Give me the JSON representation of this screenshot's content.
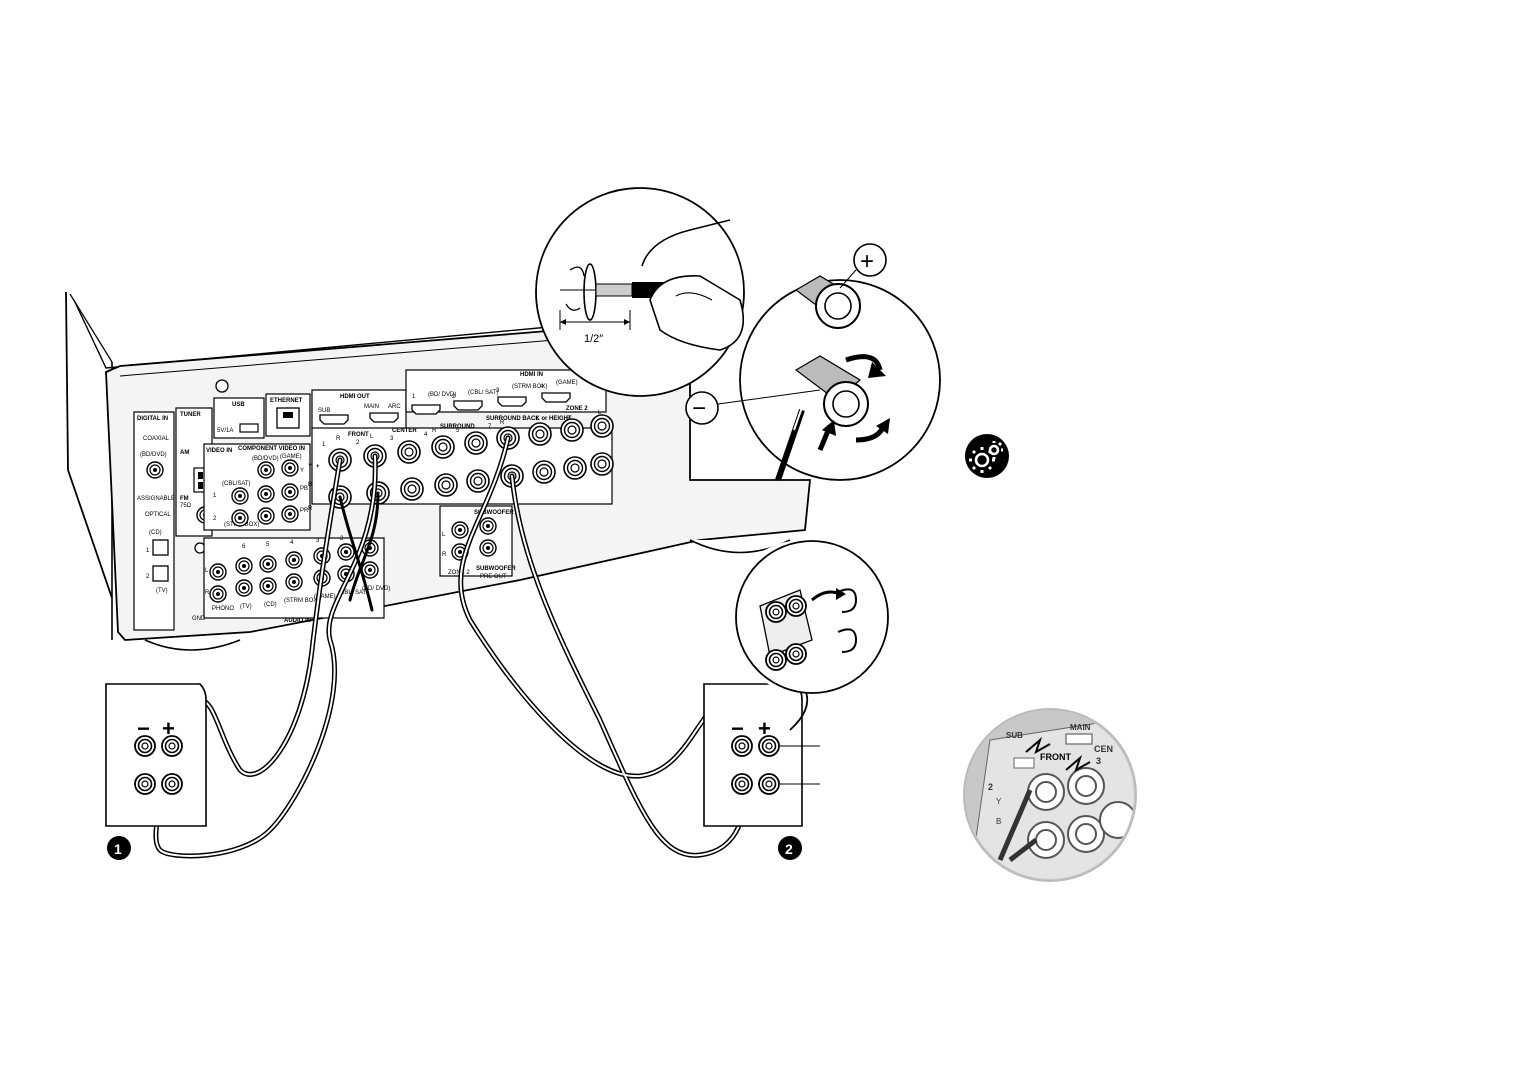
{
  "strip_length": "1/2″",
  "polarity": {
    "plus": "+",
    "minus": "−"
  },
  "steps": [
    "1",
    "2"
  ],
  "receiver_labels": {
    "digital_in": "DIGITAL IN",
    "coaxial": "COAXIAL",
    "bd_dvd": "(BD/DVD)",
    "assignable": "ASSIGNABLE",
    "optical": "OPTICAL",
    "cd": "(CD)",
    "tv": "(TV)",
    "opt1": "1",
    "opt2": "2",
    "tuner": "TUNER",
    "am": "AM",
    "fm": "FM",
    "fm_ohm": "75Ω",
    "usb": "USB",
    "usb_rating": "5V/1A",
    "ethernet": "ETHERNET",
    "hdmi_out": "HDMI OUT",
    "sub": "SUB",
    "main": "MAIN",
    "arc": "ARC",
    "hdmi_in": "HDMI IN",
    "hdmi_in_nums": [
      "1",
      "2",
      "3",
      "4"
    ],
    "hdmi_in_names": [
      "(BD/ DVD)",
      "(CBL/ SAT)",
      "(STRM BOX)",
      "(GAME)"
    ],
    "video_in": "VIDEO IN",
    "component": "COMPONENT VIDEO IN",
    "bd_dvd2": "(BD/DVD)",
    "game": "(GAME)",
    "cbl_sat": "(CBL/SAT)",
    "strm_box": "(STRM BOX)",
    "front": "FRONT",
    "center": "CENTER",
    "surround": "SURROUND",
    "surround_back": "SURROUND BACK or HEIGHT",
    "zone2": "ZONE 2",
    "r": "R",
    "l": "L",
    "y": "Y",
    "b": "B",
    "pb": "PB",
    "pr": "PR",
    "subwoofer": "SUBWOOFER",
    "pre_out": "PRE OUT",
    "zone2_low": "ZONE 2",
    "phono": "PHONO",
    "tv2": "(TV)",
    "cd2": "(CD)",
    "strm_box2": "(STRM BOX)",
    "game2": "(GAME)",
    "cbl_sat2": "(CBL/ SAT)",
    "bd_dvd3": "(BD/ DVD)",
    "audio_in": "AUDIO IN",
    "gnd": "GND",
    "audio_nums": [
      "6",
      "5",
      "4",
      "3",
      "2",
      "1"
    ],
    "sp_nums": [
      "1",
      "2",
      "3",
      "4",
      "5",
      "6",
      "7"
    ]
  },
  "detail_labels": {
    "sub": "SUB",
    "main": "MAIN",
    "front": "FRONT",
    "center": "CEN",
    "num2": "2",
    "num3": "3",
    "b": "B",
    "y": "Y"
  },
  "settings_icon": "gear-icon"
}
